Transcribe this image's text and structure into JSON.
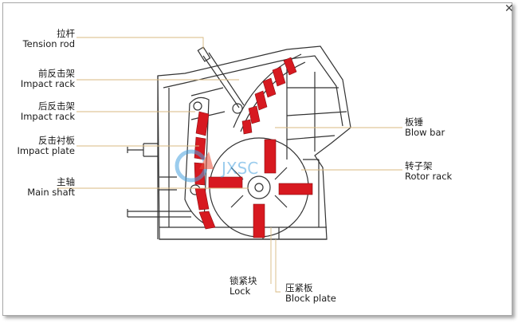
{
  "close_glyph": "✕",
  "watermark": "JXSC",
  "colors": {
    "accent": "#d71920",
    "line": "#333333",
    "leader": "#d8b980",
    "watermark": "#4aa3df"
  },
  "labels": {
    "tension_rod": {
      "zh": "拉杆",
      "en": "Tension rod"
    },
    "front_impact_rack": {
      "zh": "前反击架",
      "en": "Impact rack"
    },
    "rear_impact_rack": {
      "zh": "后反击架",
      "en": "Impact rack"
    },
    "impact_plate": {
      "zh": "反击衬板",
      "en": "Impact plate"
    },
    "main_shaft": {
      "zh": "主轴",
      "en": "Main shaft"
    },
    "blow_bar": {
      "zh": "板锤",
      "en": "Blow bar"
    },
    "rotor_rack": {
      "zh": "转子架",
      "en": "Rotor rack"
    },
    "lock": {
      "zh": "锁紧块",
      "en": "Lock"
    },
    "block_plate": {
      "zh": "压紧板",
      "en": "Block plate"
    }
  }
}
